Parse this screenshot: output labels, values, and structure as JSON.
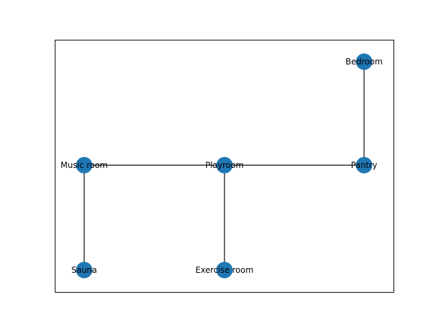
{
  "graph": {
    "node_color": "#1f77b4",
    "edge_color": "#000000",
    "nodes": [
      {
        "id": "bedroom",
        "label": "Bedroom"
      },
      {
        "id": "music",
        "label": "Music room"
      },
      {
        "id": "playroom",
        "label": "Playroom"
      },
      {
        "id": "pantry",
        "label": "Pantry"
      },
      {
        "id": "sauna",
        "label": "Sauna"
      },
      {
        "id": "exercise",
        "label": "Exercise room"
      }
    ],
    "edges": [
      {
        "from": "bedroom",
        "to": "pantry"
      },
      {
        "from": "music",
        "to": "playroom"
      },
      {
        "from": "playroom",
        "to": "pantry"
      },
      {
        "from": "music",
        "to": "sauna"
      },
      {
        "from": "playroom",
        "to": "exercise"
      }
    ]
  }
}
